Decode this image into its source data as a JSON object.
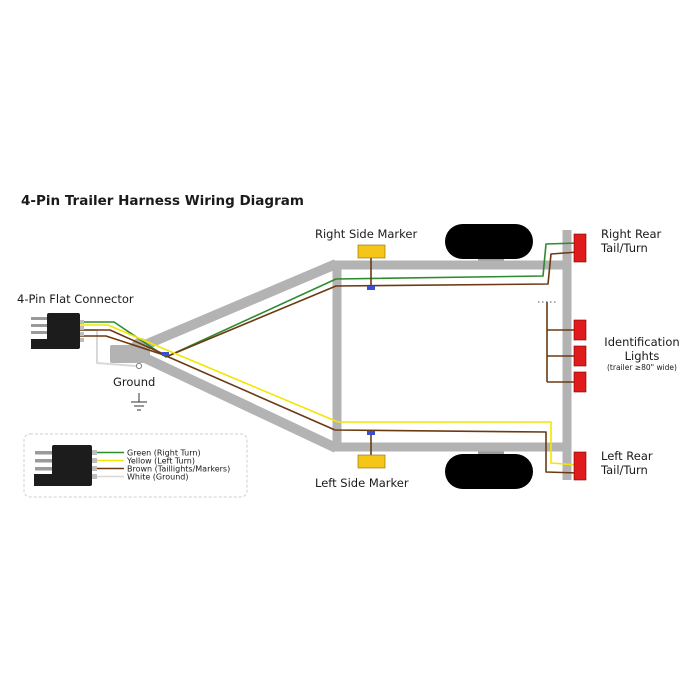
{
  "title": "4-Pin Trailer Harness Wiring Diagram",
  "labels": {
    "connector": "4-Pin Flat Connector",
    "ground": "Ground",
    "right_side_marker": "Right Side Marker",
    "left_side_marker": "Left Side Marker",
    "right_rear_line1": "Right Rear",
    "right_rear_line2": "Tail/Turn",
    "left_rear_line1": "Left Rear",
    "left_rear_line2": "Tail/Turn",
    "id_lights_line1": "Identification",
    "id_lights_line2": "Lights",
    "id_lights_note": "(trailer ≥80\" wide)"
  },
  "legend": [
    {
      "label": "Green (Right Turn)",
      "color": "#2e8b2e"
    },
    {
      "label": "Yellow (Left Turn)",
      "color": "#f2e600"
    },
    {
      "label": "Brown (Taillights/Markers)",
      "color": "#6b3a12"
    },
    {
      "label": "White (Ground)",
      "color": "#d8d8d8"
    }
  ],
  "colors": {
    "frame": "#b3b3b3",
    "tire": "#000000",
    "lamp_red": "#e01b1b",
    "marker_amber": "#f5c518",
    "connector_body": "#1c1c1c",
    "connector_pin": "#9a9a9a"
  }
}
